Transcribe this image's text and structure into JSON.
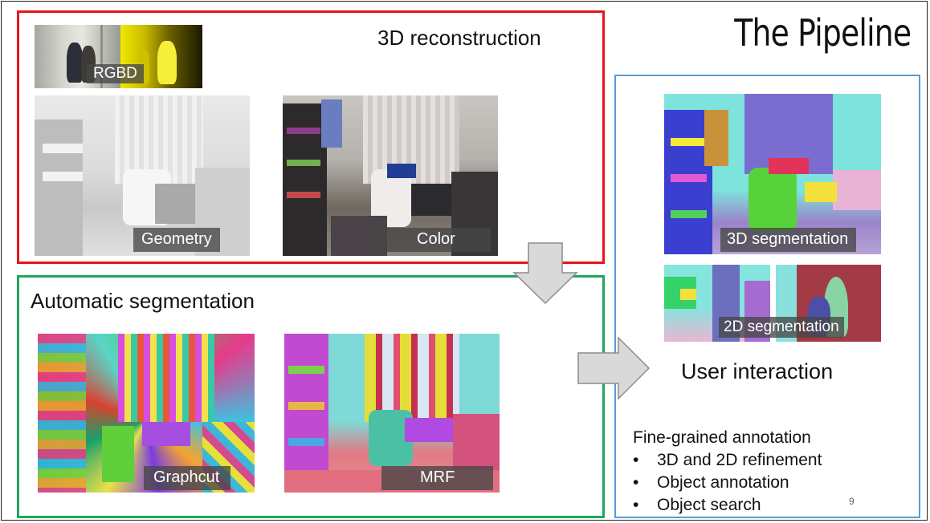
{
  "slide": {
    "title": "The Pipeline",
    "page_number": "9"
  },
  "reconstruction": {
    "heading": "3D reconstruction",
    "rgbd_caption": "RGBD",
    "geometry_caption": "Geometry",
    "color_caption": "Color",
    "border_color": "#e8141b"
  },
  "automatic": {
    "heading": "Automatic segmentation",
    "graphcut_caption": "Graphcut",
    "mrf_caption": "MRF",
    "border_color": "#1fa85a"
  },
  "user": {
    "heading": "User interaction",
    "seg3d_caption": "3D segmentation",
    "seg2d_caption": "2D segmentation",
    "border_color": "#5b9bd5",
    "notes_title": "Fine-grained annotation",
    "bullets": [
      "3D and 2D refinement",
      "Object annotation",
      "Object search"
    ]
  },
  "icons": {
    "down_arrow": "down-arrow-icon",
    "right_arrow": "right-arrow-icon",
    "bullet": "•"
  }
}
